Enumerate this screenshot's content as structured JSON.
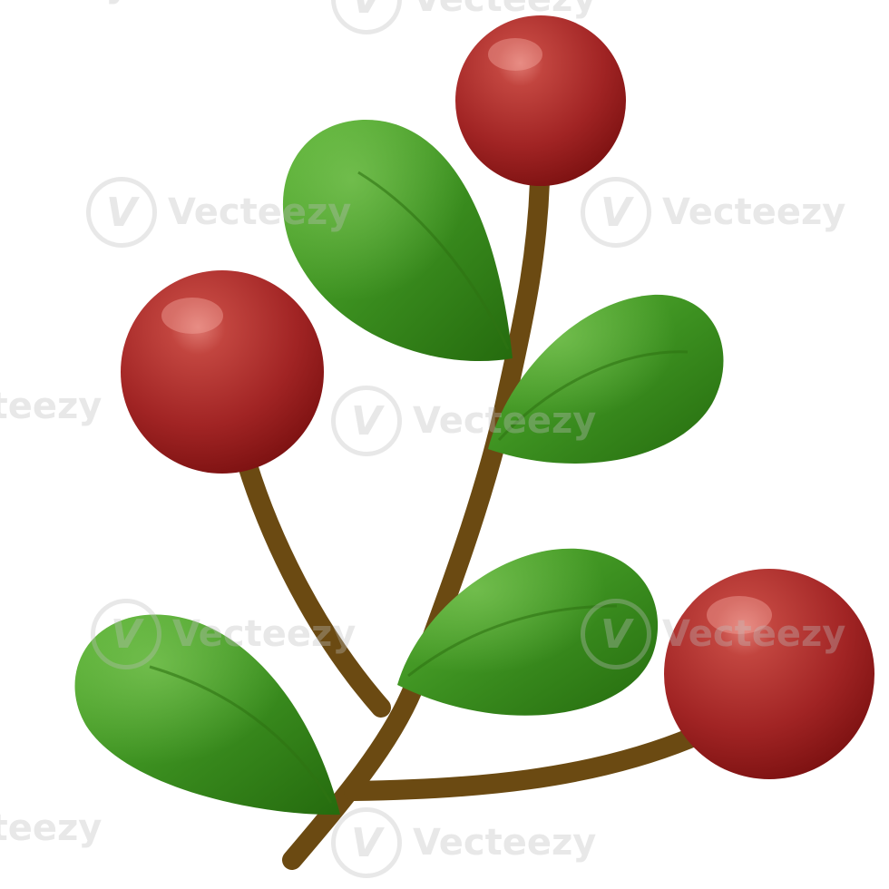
{
  "image": {
    "subject": "berry-branch-illustration",
    "colors": {
      "background": "#ffffff",
      "branch": "#6b4a12",
      "leaf_light": "#4ea52a",
      "leaf_dark": "#2f7a12",
      "berry_light": "#c2453f",
      "berry_dark": "#8e1616"
    },
    "counts": {
      "berries": 3,
      "leaves": 4
    }
  },
  "watermark": {
    "text": "Vecteezy",
    "logo_glyph": "V"
  }
}
